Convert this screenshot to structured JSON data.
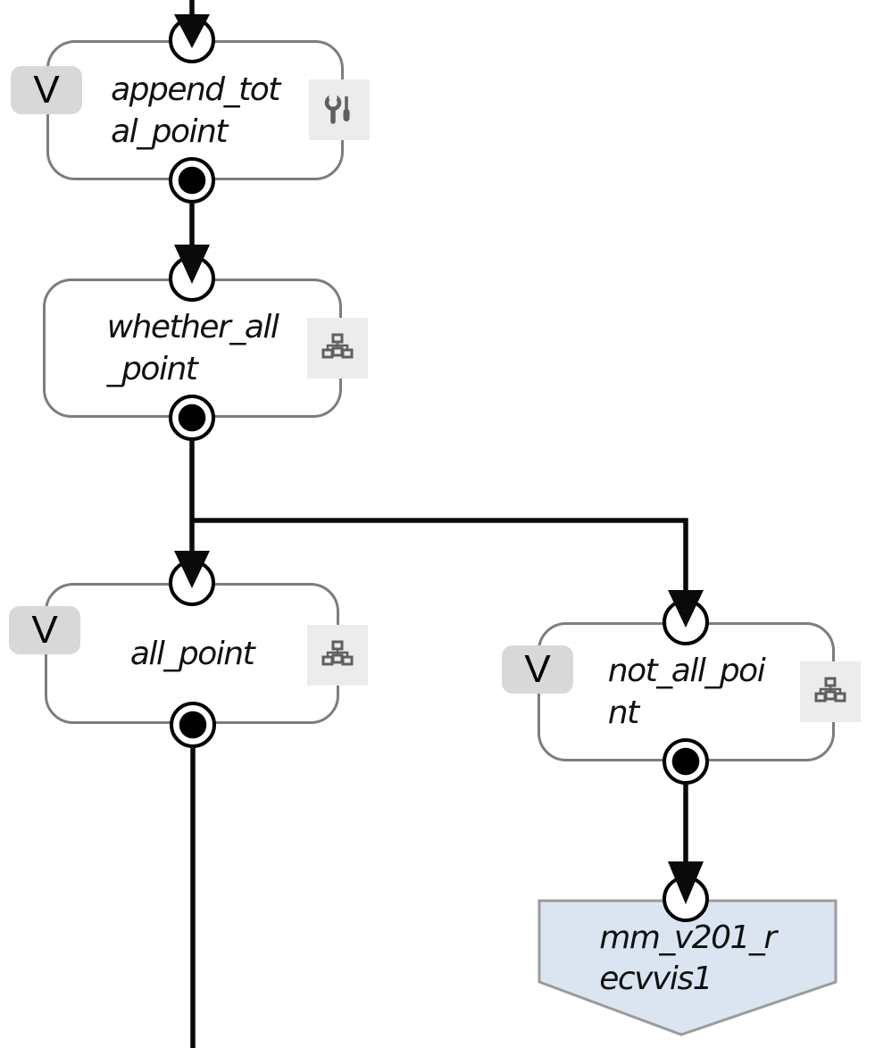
{
  "diagram": {
    "nodes": [
      {
        "label": "append_tot\nal_point",
        "badge": "V",
        "icon": "tools-icon"
      },
      {
        "label": "whether_all\n_point",
        "badge": "",
        "icon": "hierarchy-icon"
      },
      {
        "label": "all_point",
        "badge": "V",
        "icon": "hierarchy-icon"
      },
      {
        "label": "not_all_poi\nnt",
        "badge": "V",
        "icon": "hierarchy-icon"
      }
    ],
    "terminal": {
      "label": "mm_v201_r\necvvis1"
    },
    "colors": {
      "node_border": "#7d7d7d",
      "edge": "#0a0a0a",
      "badge_bg": "#d8d8d8",
      "icon_bg": "#ececec",
      "icon_glyph": "#5f5f5f",
      "terminal_fill": "#dbe5f1",
      "terminal_border": "#9b9b9b",
      "label_color": "#111111"
    }
  }
}
